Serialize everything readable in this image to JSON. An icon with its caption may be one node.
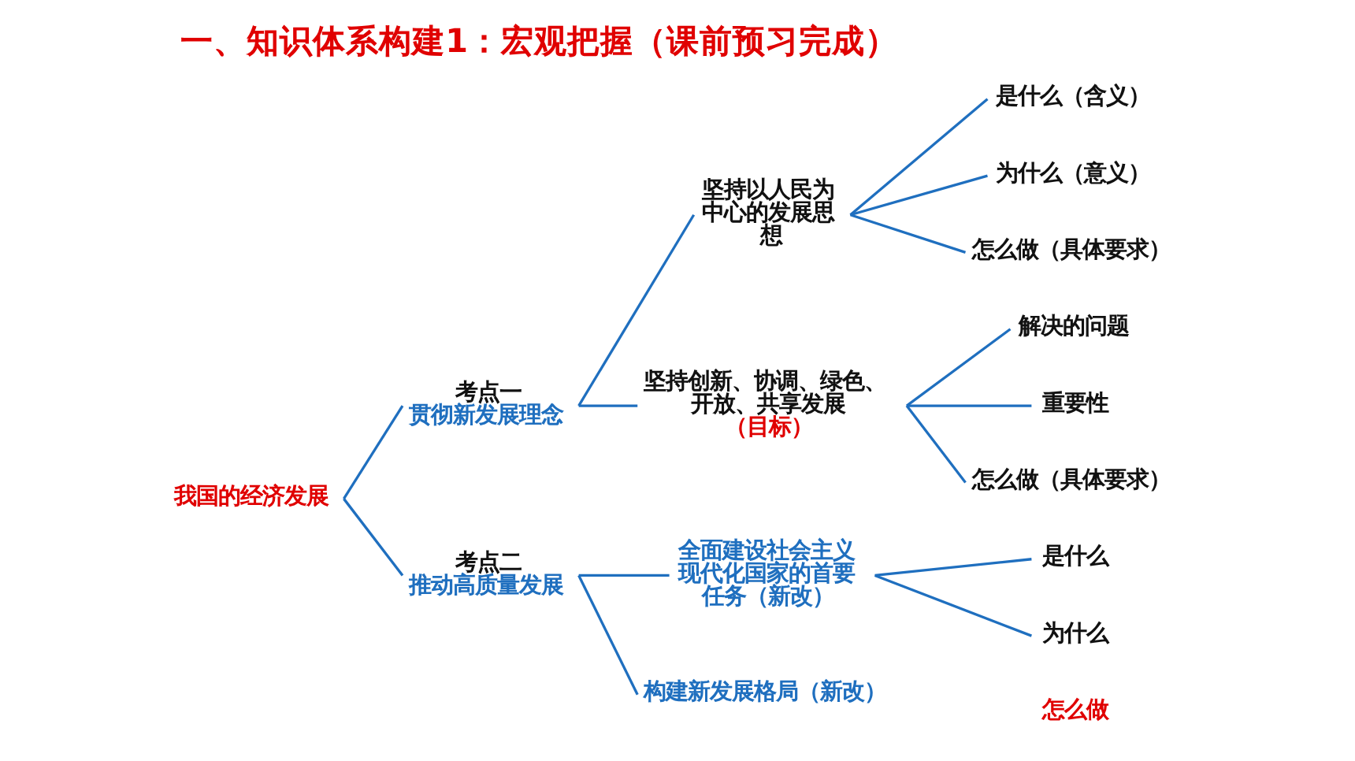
{
  "diagram": {
    "title": "一、知识体系构建1：宏观把握（课前预习完成）",
    "nodes": [
      {
        "text": [
          "我国的经济发展"
        ]
      },
      {
        "text": [
          "考点一",
          "贯彻新发展理念"
        ]
      },
      {
        "text": [
          "坚持以人民为中心的发展思想"
        ]
      },
      {
        "text": [
          "是什么（含义）"
        ]
      },
      {
        "text": [
          "为什么（意义）"
        ]
      },
      {
        "text": [
          "怎么做（具体要求）"
        ]
      },
      {
        "text": [
          "坚持创新、协调、绿色、开放、共享发展",
          "（目标）"
        ]
      },
      {
        "text": [
          "解决的问题"
        ]
      },
      {
        "text": [
          "重要性"
        ]
      },
      {
        "text": [
          "怎么做（具体要求）"
        ]
      },
      {
        "text": [
          "考点二",
          "推动高质量发展"
        ]
      },
      {
        "text": [
          "全面建设社会主义现代化国家的首要任务（新改）"
        ]
      },
      {
        "text": [
          "是什么"
        ]
      },
      {
        "text": [
          "为什么"
        ]
      },
      {
        "text": [
          "构建新发展格局（新改）"
        ]
      }
    ],
    "edges": [
      {
        "from": 0,
        "to": 1,
        "arrow": "none"
      },
      {
        "from": 0,
        "to": 10,
        "arrow": "none"
      },
      {
        "from": 1,
        "to": 2,
        "arrow": "none"
      },
      {
        "from": 1,
        "to": 6,
        "arrow": "none"
      },
      {
        "from": 2,
        "to": 3,
        "arrow": "none"
      },
      {
        "from": 2,
        "to": 4,
        "arrow": "none"
      },
      {
        "from": 2,
        "to": 5,
        "arrow": "none"
      },
      {
        "from": 6,
        "to": 7,
        "arrow": "none"
      },
      {
        "from": 6,
        "to": 8,
        "arrow": "none"
      },
      {
        "from": 6,
        "to": 9,
        "arrow": "none"
      },
      {
        "from": 10,
        "to": 11,
        "arrow": "none"
      },
      {
        "from": 10,
        "to": 14,
        "arrow": "none"
      },
      {
        "from": 11,
        "to": 12,
        "arrow": "none"
      },
      {
        "from": 11,
        "to": 13,
        "arrow": "none"
      }
    ],
    "labels": [
      "怎么做"
    ]
  }
}
